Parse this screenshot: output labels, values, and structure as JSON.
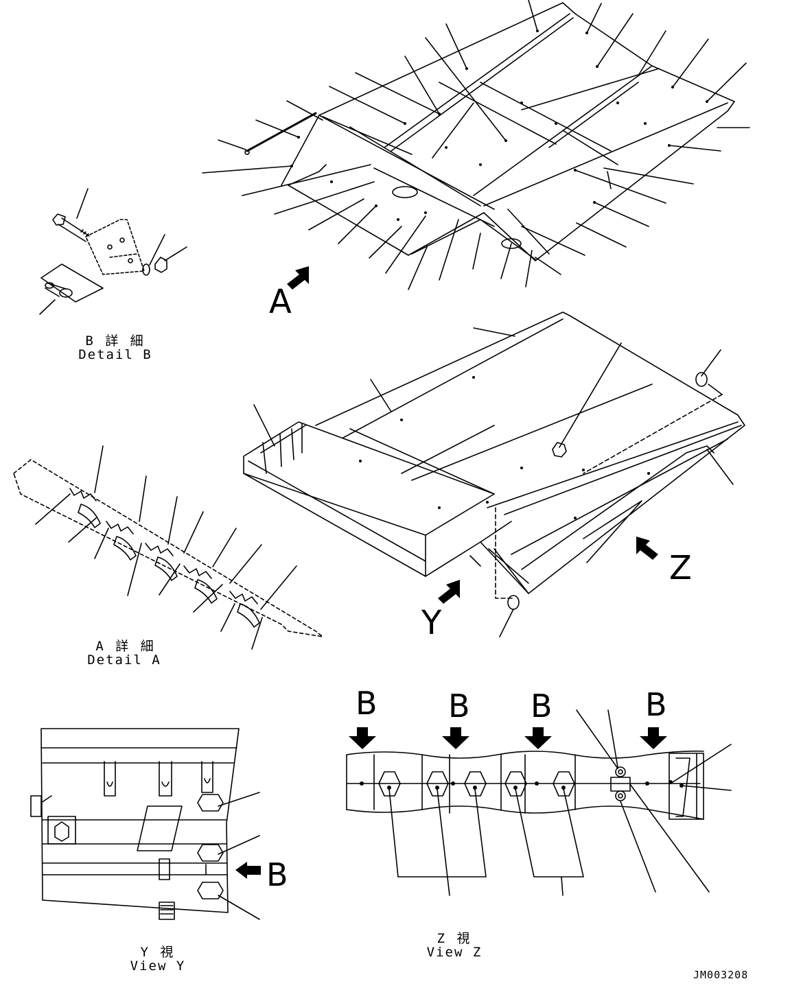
{
  "view_letters": {
    "a": "A",
    "y": "Y",
    "z": "Z",
    "b": "B"
  },
  "detail_b": {
    "jp": "B 詳 細",
    "en": "Detail B"
  },
  "detail_a": {
    "jp": "A 詳 細",
    "en": "Detail A"
  },
  "view_y": {
    "jp": "Y 視",
    "en": "View Y"
  },
  "view_z": {
    "jp": "Z 視",
    "en": "View Z"
  },
  "drawing_code": "JM003208"
}
